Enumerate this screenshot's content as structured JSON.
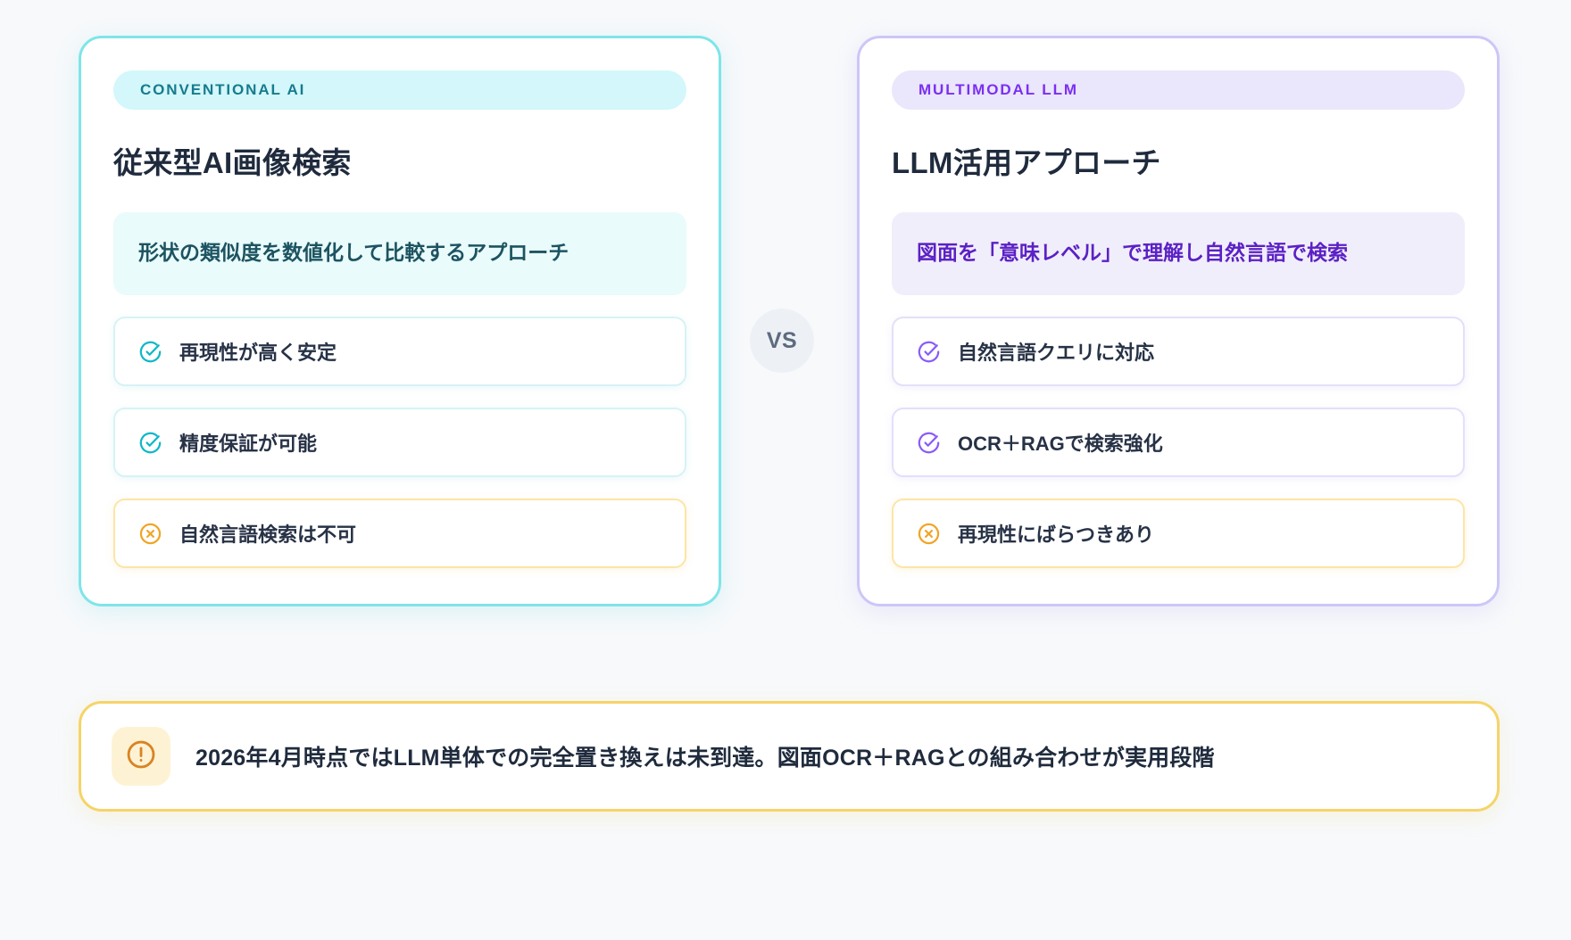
{
  "comparison": {
    "vs_label": "VS",
    "left_card": {
      "badge": "CONVENTIONAL AI",
      "title": "従来型AI画像検索",
      "summary": "形状の類似度を数値化して比較するアプローチ",
      "accent_color": "#7fe5e8",
      "badge_bg": "#d3f7fa",
      "badge_color": "#177b8e",
      "features": [
        {
          "icon": "circle-check-icon",
          "text": "再現性が高く安定",
          "tone": "positive",
          "color": "#0fb8c8"
        },
        {
          "icon": "circle-check-icon",
          "text": "精度保証が可能",
          "tone": "positive",
          "color": "#0fb8c8"
        },
        {
          "icon": "circle-x-icon",
          "text": "自然言語検索は不可",
          "tone": "negative",
          "color": "#f0a526"
        }
      ]
    },
    "right_card": {
      "badge": "MULTIMODAL LLM",
      "title": "LLM活用アプローチ",
      "summary": "図面を「意味レベル」で理解し自然言語で検索",
      "accent_color": "#cdc6f7",
      "badge_bg": "#eae6fb",
      "badge_color": "#7b2ff2",
      "features": [
        {
          "icon": "circle-check-icon",
          "text": "自然言語クエリに対応",
          "tone": "positive",
          "color": "#8b5cf6"
        },
        {
          "icon": "circle-check-icon",
          "text": "OCR＋RAGで検索強化",
          "tone": "positive",
          "color": "#8b5cf6"
        },
        {
          "icon": "circle-x-icon",
          "text": "再現性にばらつきあり",
          "tone": "negative",
          "color": "#f0a526"
        }
      ]
    }
  },
  "banner": {
    "icon": "exclamation-circle-icon",
    "icon_color": "#d98324",
    "border_color": "#f5d468",
    "text": "2026年4月時点ではLLM単体での完全置き換えは未到達。図面OCR＋RAGとの組み合わせが実用段階"
  }
}
